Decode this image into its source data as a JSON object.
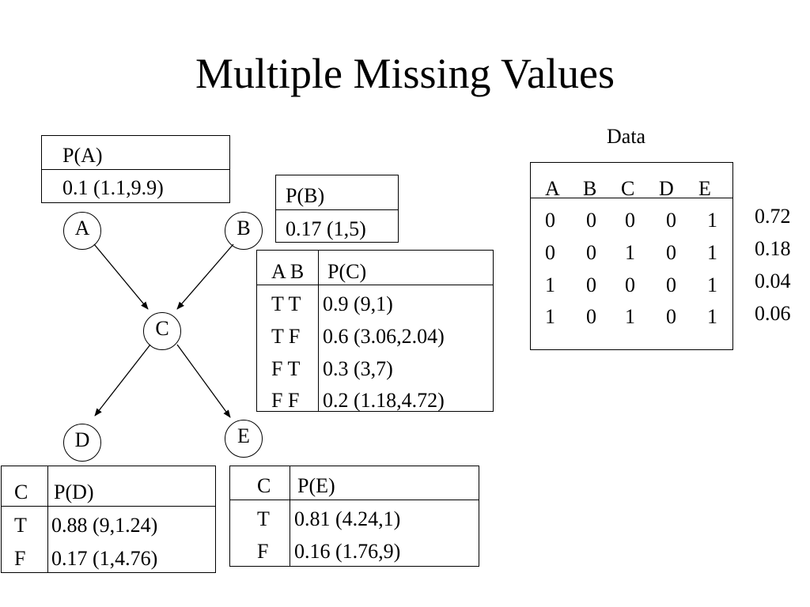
{
  "title": "Multiple Missing Values",
  "nodes": {
    "A": "A",
    "B": "B",
    "C": "C",
    "D": "D",
    "E": "E"
  },
  "pA": {
    "header": "P(A)",
    "value": "0.1 (1.1,9.9)"
  },
  "pB": {
    "header": "P(B)",
    "value": "0.17 (1,5)"
  },
  "pC": {
    "col_ab": "A B",
    "col_p": "P(C)",
    "rows": [
      {
        "ab": "T T",
        "p": "0.9 (9,1)"
      },
      {
        "ab": "T F",
        "p": "0.6 (3.06,2.04)"
      },
      {
        "ab": "F T",
        "p": "0.3 (3,7)"
      },
      {
        "ab": "F F",
        "p": "0.2 (1.18,4.72)"
      }
    ]
  },
  "pD": {
    "col_c": "C",
    "col_p": "P(D)",
    "rows": [
      {
        "c": "T",
        "p": "0.88 (9,1.24)"
      },
      {
        "c": "F",
        "p": "0.17 (1,4.76)"
      }
    ]
  },
  "pE": {
    "col_c": "C",
    "col_p": "P(E)",
    "rows": [
      {
        "c": "T",
        "p": "0.81 (4.24,1)"
      },
      {
        "c": "F",
        "p": "0.16 (1.76,9)"
      }
    ]
  },
  "data_table": {
    "label": "Data",
    "headers": [
      "A",
      "B",
      "C",
      "D",
      "E"
    ],
    "rows": [
      {
        "cells": [
          "0",
          "0",
          "0",
          "0",
          "1"
        ],
        "weight": "0.72"
      },
      {
        "cells": [
          "0",
          "0",
          "1",
          "0",
          "1"
        ],
        "weight": "0.18"
      },
      {
        "cells": [
          "1",
          "0",
          "0",
          "0",
          "1"
        ],
        "weight": "0.04"
      },
      {
        "cells": [
          "1",
          "0",
          "1",
          "0",
          "1"
        ],
        "weight": "0.06"
      }
    ]
  }
}
